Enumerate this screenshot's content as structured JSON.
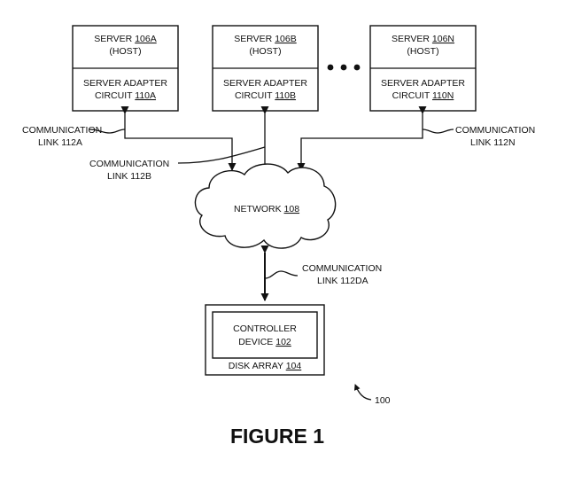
{
  "servers": [
    {
      "server_label": "SERVER ",
      "server_ref": "106A",
      "host_label": "(HOST)",
      "adapter_label": "SERVER ADAPTER",
      "circuit_label": "CIRCUIT ",
      "circuit_ref": "110A"
    },
    {
      "server_label": "SERVER ",
      "server_ref": "106B",
      "host_label": "(HOST)",
      "adapter_label": "SERVER ADAPTER",
      "circuit_label": "CIRCUIT ",
      "circuit_ref": "110B"
    },
    {
      "server_label": "SERVER ",
      "server_ref": "106N",
      "host_label": "(HOST)",
      "adapter_label": "SERVER ADAPTER",
      "circuit_label": "CIRCUIT ",
      "circuit_ref": "110N"
    }
  ],
  "links": {
    "a": {
      "line1": "COMMUNICATION",
      "line2": "LINK 112A"
    },
    "b": {
      "line1": "COMMUNICATION",
      "line2": "LINK 112B"
    },
    "n": {
      "line1": "COMMUNICATION",
      "line2": "LINK 112N"
    },
    "da": {
      "line1": "COMMUNICATION",
      "line2": "LINK 112DA"
    }
  },
  "network": {
    "label": "NETWORK ",
    "ref": "108"
  },
  "controller": {
    "line1": "CONTROLLER",
    "line2": "DEVICE ",
    "ref": "102"
  },
  "disk_array": {
    "label": "DISK ARRAY ",
    "ref": "104"
  },
  "system_ref": "100",
  "figure_title": "FIGURE 1"
}
